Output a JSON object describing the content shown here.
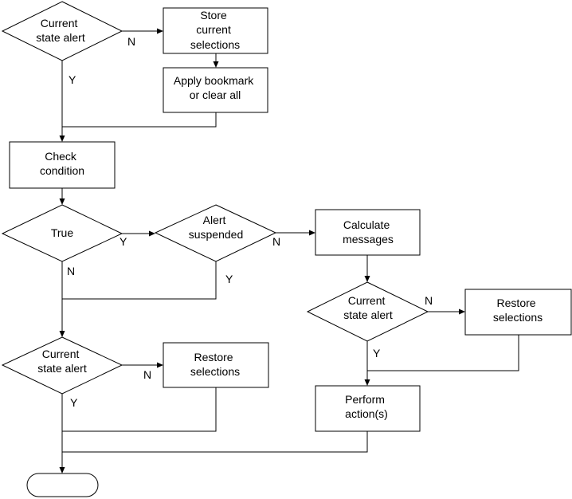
{
  "nodes": {
    "alert1": {
      "lines": [
        "Current",
        "state alert"
      ]
    },
    "store": {
      "lines": [
        "Store",
        "current",
        "selections"
      ]
    },
    "apply": {
      "lines": [
        "Apply bookmark",
        "or clear all"
      ]
    },
    "check": {
      "lines": [
        "Check",
        "condition"
      ]
    },
    "truecond": {
      "lines": [
        "True"
      ]
    },
    "suspend": {
      "lines": [
        "Alert",
        "suspended"
      ]
    },
    "calc": {
      "lines": [
        "Calculate",
        "messages"
      ]
    },
    "alert2": {
      "lines": [
        "Current",
        "state alert"
      ]
    },
    "restore1": {
      "lines": [
        "Restore",
        "selections"
      ]
    },
    "alert3": {
      "lines": [
        "Current",
        "state alert"
      ]
    },
    "restore2": {
      "lines": [
        "Restore",
        "selections"
      ]
    },
    "perform": {
      "lines": [
        "Perform",
        "action(s)"
      ]
    },
    "end": {
      "lines": []
    }
  },
  "edge_labels": {
    "alert1_no": "N",
    "alert1_yes": "Y",
    "true_yes": "Y",
    "true_no": "N",
    "suspend_no": "N",
    "suspend_yes": "Y",
    "alert2_no": "N",
    "alert2_yes": "Y",
    "alert3_no": "N",
    "alert3_yes": "Y"
  }
}
